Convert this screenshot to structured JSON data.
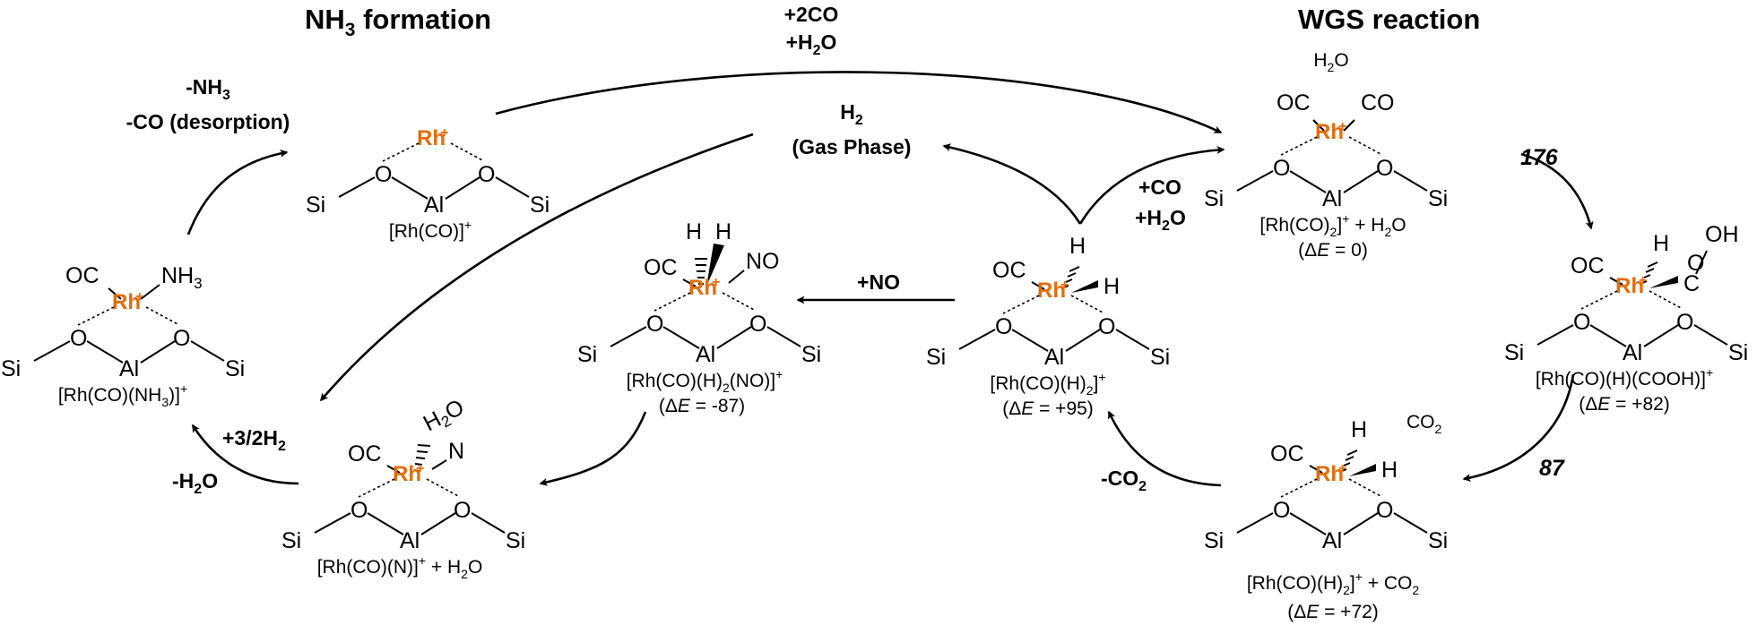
{
  "titles": {
    "nh3_formation": {
      "main": "NH",
      "sub": "3",
      "rest": " formation"
    },
    "wgs_reaction": "WGS reaction"
  },
  "atoms": {
    "rh": "Rh",
    "rh_charge": "+",
    "al": "Al",
    "si": "Si",
    "o": "O",
    "h": "H",
    "oc": "OC",
    "co": "CO",
    "n": "N",
    "oh": "OH",
    "c": "C"
  },
  "ligands": {
    "nh3": "NH3",
    "no": "NO",
    "h2o": "H2O",
    "co2": "CO2"
  },
  "species": {
    "rh_co": {
      "formula": "[Rh(CO)]",
      "charge": "+"
    },
    "rh_co_2": {
      "formula_a": "[Rh(CO)",
      "formula_sub": "2",
      "formula_b": "]",
      "charge": "+",
      "extra": " + H2O",
      "energy_pre": "(Δ",
      "energy_e": "E",
      "energy_post": " = 0)",
      "above": "H2O"
    },
    "rh_co_h_cooh": {
      "formula": "[Rh(CO)(H)(COOH)]",
      "charge": "+",
      "energy_pre": "(Δ",
      "energy_e": "E",
      "energy_post": " = +82)"
    },
    "rh_co_h2_co2": {
      "formula_a": "[Rh(CO)(H)",
      "formula_sub": "2",
      "formula_b": "]",
      "charge": "+",
      "extra": " + CO2",
      "energy_pre": "(Δ",
      "energy_e": "E",
      "energy_post": " = +72)",
      "beside": "CO2"
    },
    "rh_co_h2": {
      "formula_a": "[Rh(CO)(H)",
      "formula_sub": "2",
      "formula_b": "]",
      "charge": "+",
      "energy_pre": "(Δ",
      "energy_e": "E",
      "energy_post": " = +95)"
    },
    "rh_co_h2_no": {
      "formula_a": "[Rh(CO)(H)",
      "formula_sub": "2",
      "formula_b": "(NO)]",
      "charge": "+",
      "energy_pre": "(Δ",
      "energy_e": "E",
      "energy_post": " = -87)"
    },
    "rh_co_n": {
      "formula": "[Rh(CO)(N)]",
      "charge": "+",
      "extra": " + H2O"
    },
    "rh_co_nh3": {
      "formula_a": "[Rh(CO)(NH",
      "formula_sub": "3",
      "formula_b": ")]",
      "charge": "+"
    }
  },
  "steps": {
    "plus_2co": "+2CO",
    "plus_h2o_top": "+H2O",
    "minus_nh3": "-NH3",
    "minus_co_desorption": "-CO (desorption)",
    "h2_gas": "H2",
    "gas_phase": "(Gas Phase)",
    "plus_co": "+CO",
    "plus_h2o": "+H2O",
    "plus_no": "+NO",
    "minus_co2": "-CO2",
    "plus_3_2_h2": "+3/2H2",
    "minus_h2o": "-H2O",
    "barrier_176": "176",
    "barrier_87": "87"
  }
}
